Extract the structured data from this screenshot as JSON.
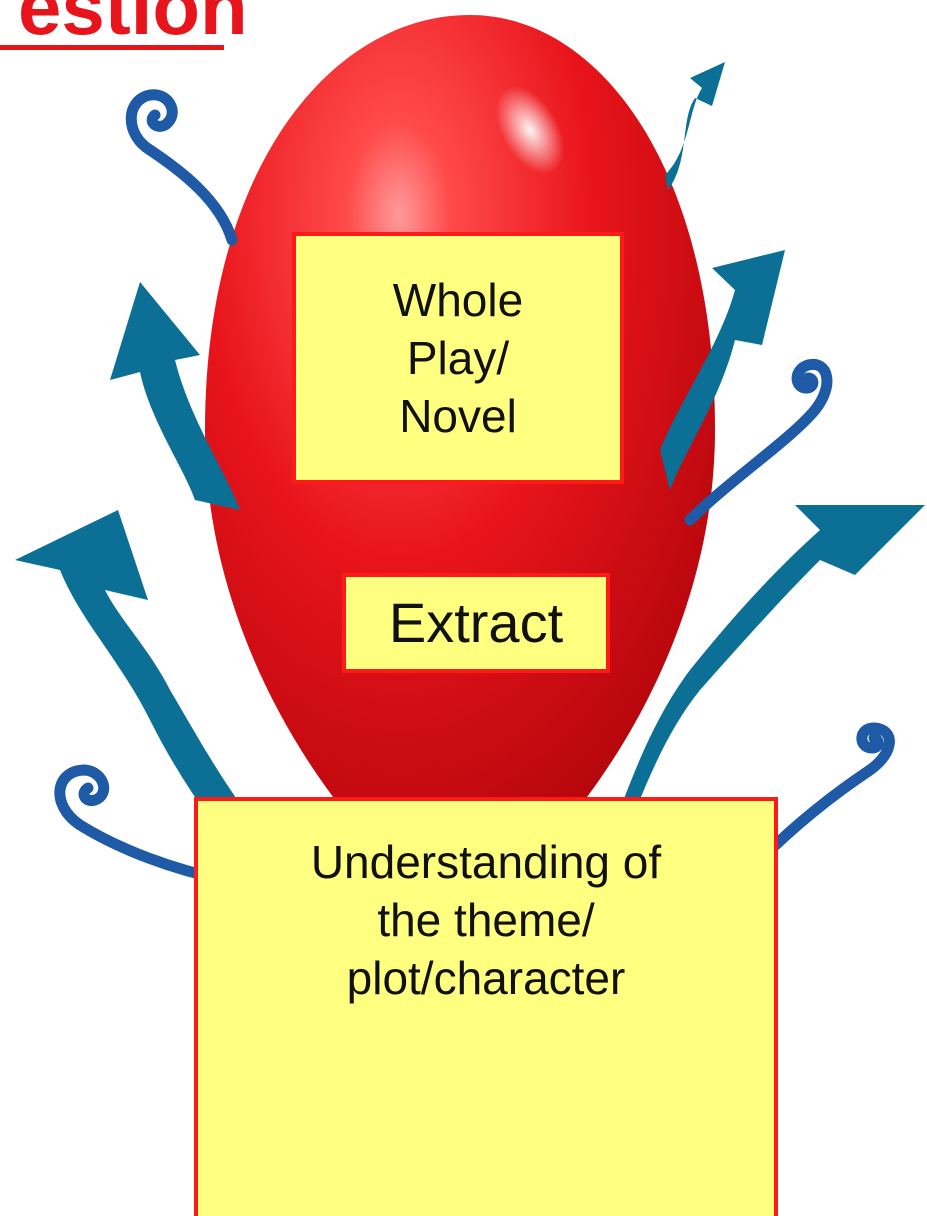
{
  "title": {
    "text": "estion"
  },
  "boxes": {
    "whole": {
      "lines": [
        "Whole",
        "Play/",
        "Novel"
      ]
    },
    "extract": {
      "text": "Extract"
    },
    "understanding": {
      "lines": [
        "Understanding of",
        "the theme/",
        "plot/character"
      ]
    }
  },
  "colors": {
    "balloon": "#e8141b",
    "arrow": "#0b6f96",
    "swirl": "#1f5aa6",
    "box_fill": "#ffff80",
    "box_border": "#ff1a1a",
    "title": "#e8141b"
  },
  "icons": [
    "balloon",
    "curved-arrow",
    "swirl"
  ]
}
